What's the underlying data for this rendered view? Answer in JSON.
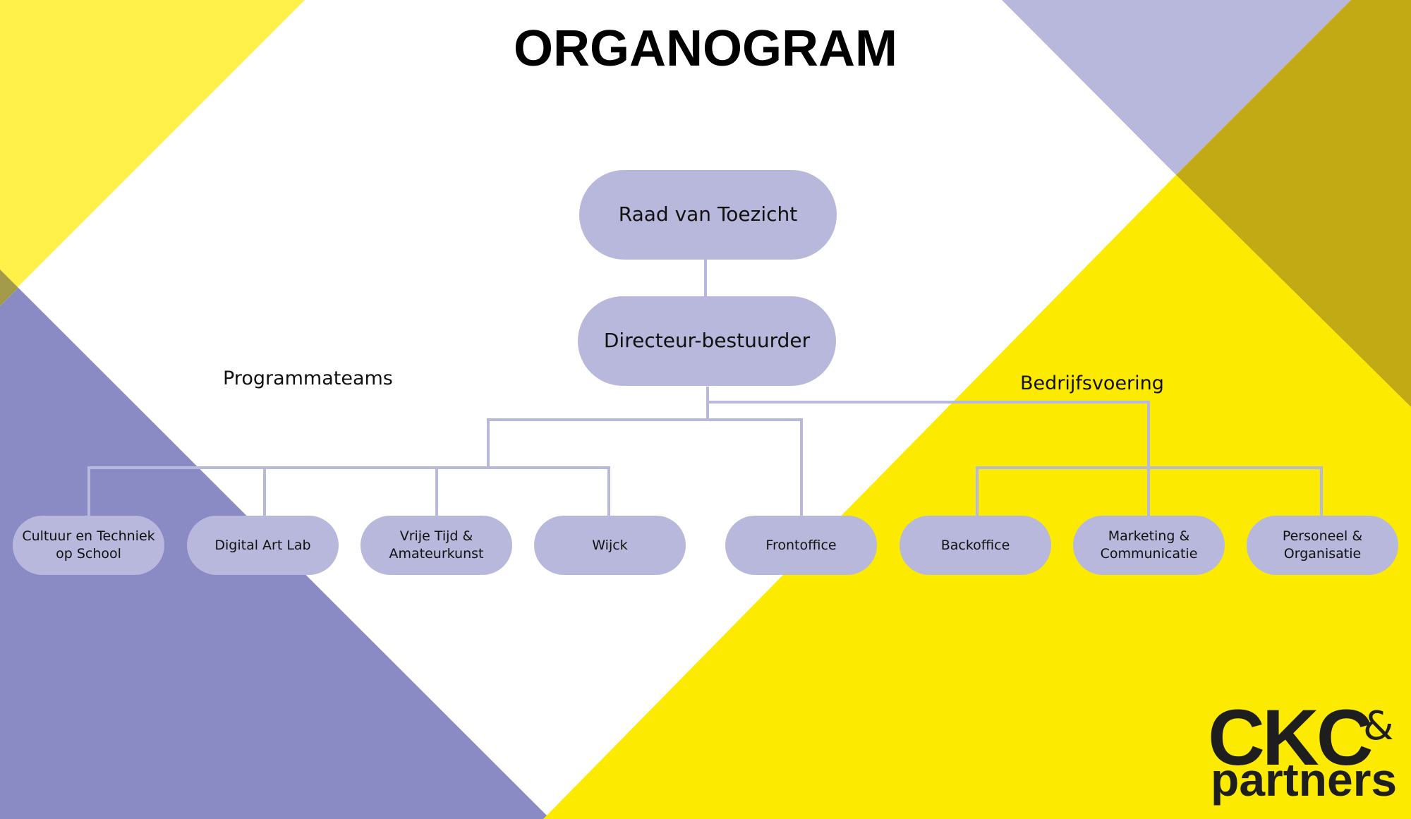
{
  "title": "ORGANOGRAM",
  "colors": {
    "node_fill": "#b8b8dc",
    "connector": "#b8b8dc",
    "yellow": "#fcea00",
    "light_yellow": "#fff04a",
    "purple": "#8a8ac4",
    "light_purple": "#b8b8dc",
    "olive": "#c1aa14"
  },
  "nodes": {
    "raad": "Raad van Toezicht",
    "directeur": "Directeur-bestuurder",
    "cultuur": "Cultuur en Techniek\nop School",
    "digital": "Digital Art Lab",
    "vrije": "Vrije Tijd &\nAmateurkunst",
    "wijck": "Wijck",
    "frontoffice": "Frontoffice",
    "backoffice": "Backoffice",
    "marketing": "Marketing &\nCommunicatie",
    "personeel": "Personeel &\nOrganisatie"
  },
  "groups": {
    "programmateams": "Programmateams",
    "bedrijfsvoering": "Bedrijfsvoering"
  },
  "logo": {
    "main": "CKC",
    "ampersand": "&",
    "sub": "partners"
  }
}
